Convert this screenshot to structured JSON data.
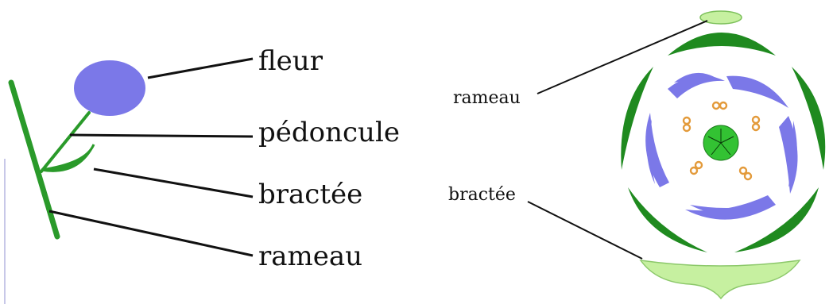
{
  "left_diagram": {
    "labels": {
      "flower": "fleur",
      "peduncle": "pédoncule",
      "bract": "bractée",
      "branch": "rameau"
    }
  },
  "right_diagram": {
    "labels": {
      "branch": "rameau",
      "bract": "bractée"
    }
  },
  "colors": {
    "stem_green": "#2a9a2a",
    "sepal_green": "#1f8a1f",
    "petal_blue": "#7b78e8",
    "stamen_orange": "#e39a3a",
    "pistil_green": "#33c233",
    "light_green": "#c6f0a0",
    "line_black": "#111111"
  }
}
